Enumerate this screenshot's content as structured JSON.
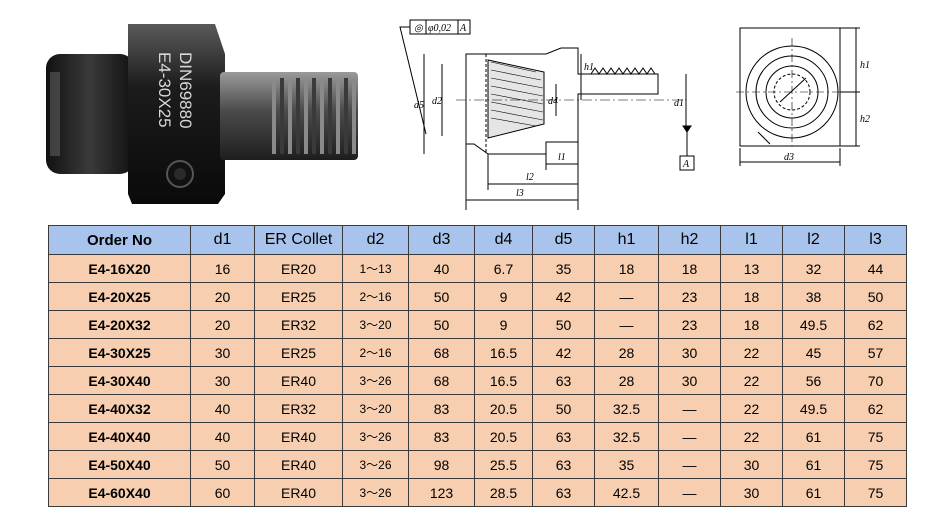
{
  "photo": {
    "engraving_line1": "DIN69880",
    "engraving_line2": "E4-30X25"
  },
  "drawing": {
    "tolerance_frame": [
      "◎",
      "φ0,02",
      "A"
    ],
    "labels": {
      "d1": "d1",
      "d2": "d2",
      "d4": "d4",
      "d5": "d5",
      "d3": "d3",
      "h1": "h1",
      "h2": "h2",
      "l1": "l1",
      "l2": "l2",
      "l3": "l3",
      "datum": "A"
    }
  },
  "table": {
    "headers": [
      "Order No",
      "d1",
      "ER Collet",
      "d2",
      "d3",
      "d4",
      "d5",
      "h1",
      "h2",
      "l1",
      "l2",
      "l3"
    ],
    "rows": [
      [
        "E4-16X20",
        "16",
        "ER20",
        "1～13",
        "40",
        "6.7",
        "35",
        "18",
        "18",
        "13",
        "32",
        "44"
      ],
      [
        "E4-20X25",
        "20",
        "ER25",
        "2～16",
        "50",
        "9",
        "42",
        "—",
        "23",
        "18",
        "38",
        "50"
      ],
      [
        "E4-20X32",
        "20",
        "ER32",
        "3～20",
        "50",
        "9",
        "50",
        "—",
        "23",
        "18",
        "49.5",
        "62"
      ],
      [
        "E4-30X25",
        "30",
        "ER25",
        "2～16",
        "68",
        "16.5",
        "42",
        "28",
        "30",
        "22",
        "45",
        "57"
      ],
      [
        "E4-30X40",
        "30",
        "ER40",
        "3～26",
        "68",
        "16.5",
        "63",
        "28",
        "30",
        "22",
        "56",
        "70"
      ],
      [
        "E4-40X32",
        "40",
        "ER32",
        "3～20",
        "83",
        "20.5",
        "50",
        "32.5",
        "—",
        "22",
        "49.5",
        "62"
      ],
      [
        "E4-40X40",
        "40",
        "ER40",
        "3～26",
        "83",
        "20.5",
        "63",
        "32.5",
        "—",
        "22",
        "61",
        "75"
      ],
      [
        "E4-50X40",
        "50",
        "ER40",
        "3～26",
        "98",
        "25.5",
        "63",
        "35",
        "—",
        "30",
        "61",
        "75"
      ],
      [
        "E4-60X40",
        "60",
        "ER40",
        "3～26",
        "123",
        "28.5",
        "63",
        "42.5",
        "—",
        "30",
        "61",
        "75"
      ]
    ]
  },
  "colors": {
    "header_bg": "#a8c4ec",
    "row_bg": "#f7cfb0",
    "border": "#3a3a3a"
  }
}
